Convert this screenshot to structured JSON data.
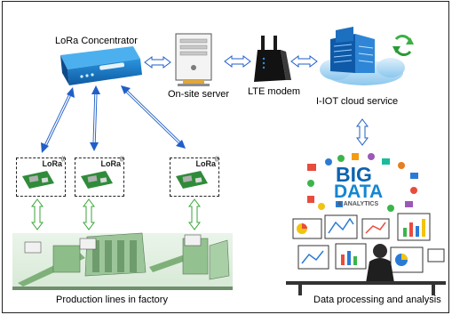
{
  "labels": {
    "concentrator": "LoRa Concentrator",
    "server": "On-site server",
    "modem": "LTE modem",
    "cloud": "I-IOT cloud service",
    "production": "Production lines in factory",
    "data": "Data processing and analysis"
  },
  "lora_nodes": [
    {
      "tag": "LoRa"
    },
    {
      "tag": "LoRa"
    },
    {
      "tag": "LoRa"
    }
  ],
  "bigdata": {
    "line1": "BIG",
    "line2": "DATA",
    "line3": "& ANALYTICS"
  },
  "colors": {
    "link_blue": "#1f5fc8",
    "link_green": "#3aa63a",
    "device_blue": "#1778c7",
    "cloud_blue": "#2a8ad8",
    "sync_green": "#3cb043"
  }
}
